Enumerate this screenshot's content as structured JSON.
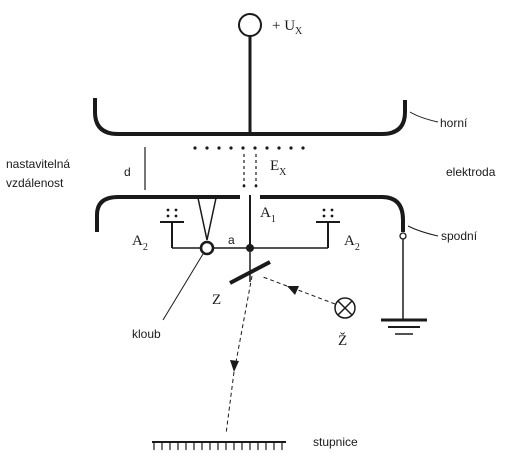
{
  "labels": {
    "voltage_symbol": "+ U",
    "voltage_sub": "X",
    "upper_electrode": "horní",
    "electrode": "elektroda",
    "lower_electrode": "spodní",
    "adjustable_line1": "nastavitelná",
    "adjustable_line2": "vzdálenost",
    "distance": "d",
    "field_symbol": "E",
    "field_sub": "X",
    "a1_symbol": "A",
    "a1_sub": "1",
    "a2_left_symbol": "A",
    "a2_left_sub": "2",
    "a2_right_symbol": "A",
    "a2_right_sub": "2",
    "joint_gap": "a",
    "mirror": "Z",
    "joint": "kloub",
    "light_source": "Ž",
    "scale": "stupnice"
  },
  "icons": {
    "terminal": "terminal-circle-icon",
    "lamp": "lamp-cross-icon",
    "ground": "ground-icon"
  },
  "colors": {
    "ink": "#1a1a1a",
    "background": "#ffffff"
  }
}
